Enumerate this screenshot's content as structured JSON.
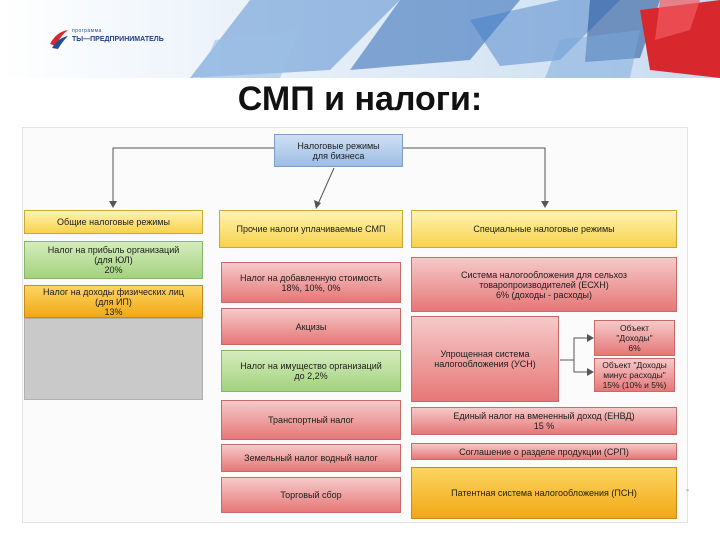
{
  "logo": {
    "small": "программа",
    "main": "ТЫ—ПРЕДПРИНИМАТЕЛЬ"
  },
  "title": "СМП и налоги:",
  "root": "Налоговые режимы\nдля бизнеса",
  "col1": {
    "header": "Общие налоговые режимы",
    "items": [
      "Налог на прибыль организаций\n(для ЮЛ)\n20%",
      "Налог на доходы физических лиц\n(для ИП)\n13%"
    ]
  },
  "col2": {
    "header": "Прочие налоги уплачиваемые СМП",
    "items": [
      "Налог на добавленную стоимость\n18%, 10%, 0%",
      "Акцизы",
      "Налог на имущество организаций\nдо 2,2%",
      "Транспортный налог",
      "Земельный налог водный налог",
      "Торговый сбор"
    ]
  },
  "col3": {
    "header": "Специальные налоговые режимы",
    "items": [
      "Система налогообложения для сельхоз\nтоваропроизводителей (ЕСХН)\n6% (доходы - расходы)",
      "Упрощенная система\nналогообложения (УСН)",
      "Единый налог на вмененный доход (ЕНВД)\n15 %",
      "Соглашение о разделе продукции (СРП)",
      "Патентная система налогообложения (ПСН)"
    ],
    "usn_options": [
      "Объект\n\"Доходы\"\n6%",
      "Объект \"Доходы\nминус расходы\"\n15% (10% и 5%)"
    ]
  },
  "mark": "-"
}
